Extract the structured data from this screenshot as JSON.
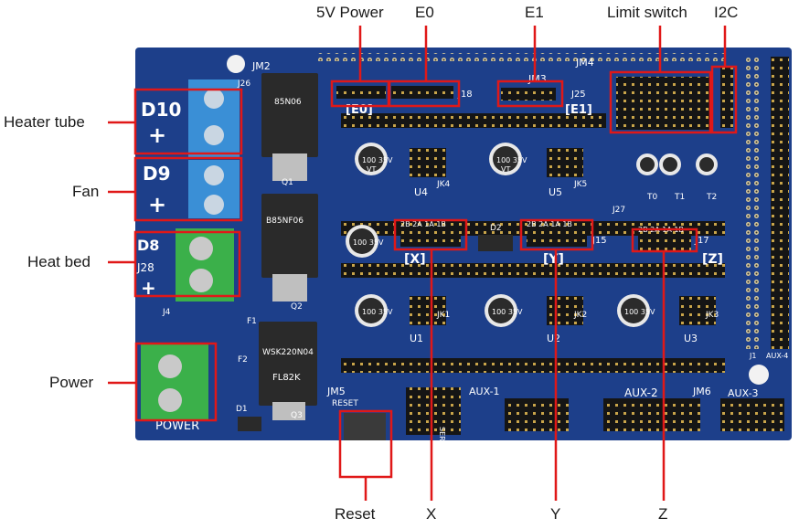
{
  "callouts": {
    "top": {
      "power5v": "5V Power",
      "e0": "E0",
      "e1": "E1",
      "limit_switch": "Limit switch",
      "i2c": "I2C"
    },
    "left": {
      "heater_tube": "Heater tube",
      "fan": "Fan",
      "heat_bed": "Heat bed",
      "power": "Power"
    },
    "bottom": {
      "reset": "Reset",
      "x": "X",
      "y": "Y",
      "z": "Z"
    }
  },
  "board_silkscreen": {
    "d10": "D10",
    "d9": "D9",
    "d8": "D8",
    "plus": "+",
    "j28": "J28",
    "power_label": "POWER",
    "jm2": "JM2",
    "jm3": "JM3",
    "jm4": "JM4",
    "jm5": "JM5",
    "jm6": "JM6",
    "j18": "J18",
    "j25": "J25",
    "j26": "J26",
    "j27": "J27",
    "j15": "J15",
    "j17": "J17",
    "aux1": "AUX-1",
    "aux2": "AUX-2",
    "aux3": "AUX-3",
    "aux4": "AUX-4",
    "servos": "SERVOS",
    "reset_label": "RESET",
    "x_axis": "[X]",
    "y_axis": "[Y]",
    "z_axis": "[Z]",
    "e0_silk": "[E0]",
    "e1_silk": "[E1]",
    "cap": "100 35V",
    "cap_brand": "VT",
    "mosfet1": "85N06",
    "mosfet2": "B85NF06",
    "mosfet3": "WSK220N04",
    "mosfet3b": "FL82K",
    "q1": "Q1",
    "q2": "Q2",
    "q3": "Q3",
    "d1": "D1",
    "d2": "D2",
    "f1": "F1",
    "f2": "F2",
    "j1": "J1",
    "j4": "J4",
    "u1": "U1",
    "u2": "U2",
    "u3": "U3",
    "u4": "U4",
    "u5": "U5",
    "jk1": "JK1",
    "jk2": "JK2",
    "jk3": "JK3",
    "jk4": "JK4",
    "jk5": "JK5",
    "pins_2b2a1a1b": "2B 2A 1A 1B",
    "t0": "T0",
    "t1": "T1",
    "t2": "T2"
  },
  "colors": {
    "pcb": "#1d3f8a",
    "pcb_dark": "#14306e",
    "callout": "#e01818",
    "terminal_blue": "#3a8fd6",
    "terminal_green": "#3bb04a",
    "header_black": "#151515"
  }
}
